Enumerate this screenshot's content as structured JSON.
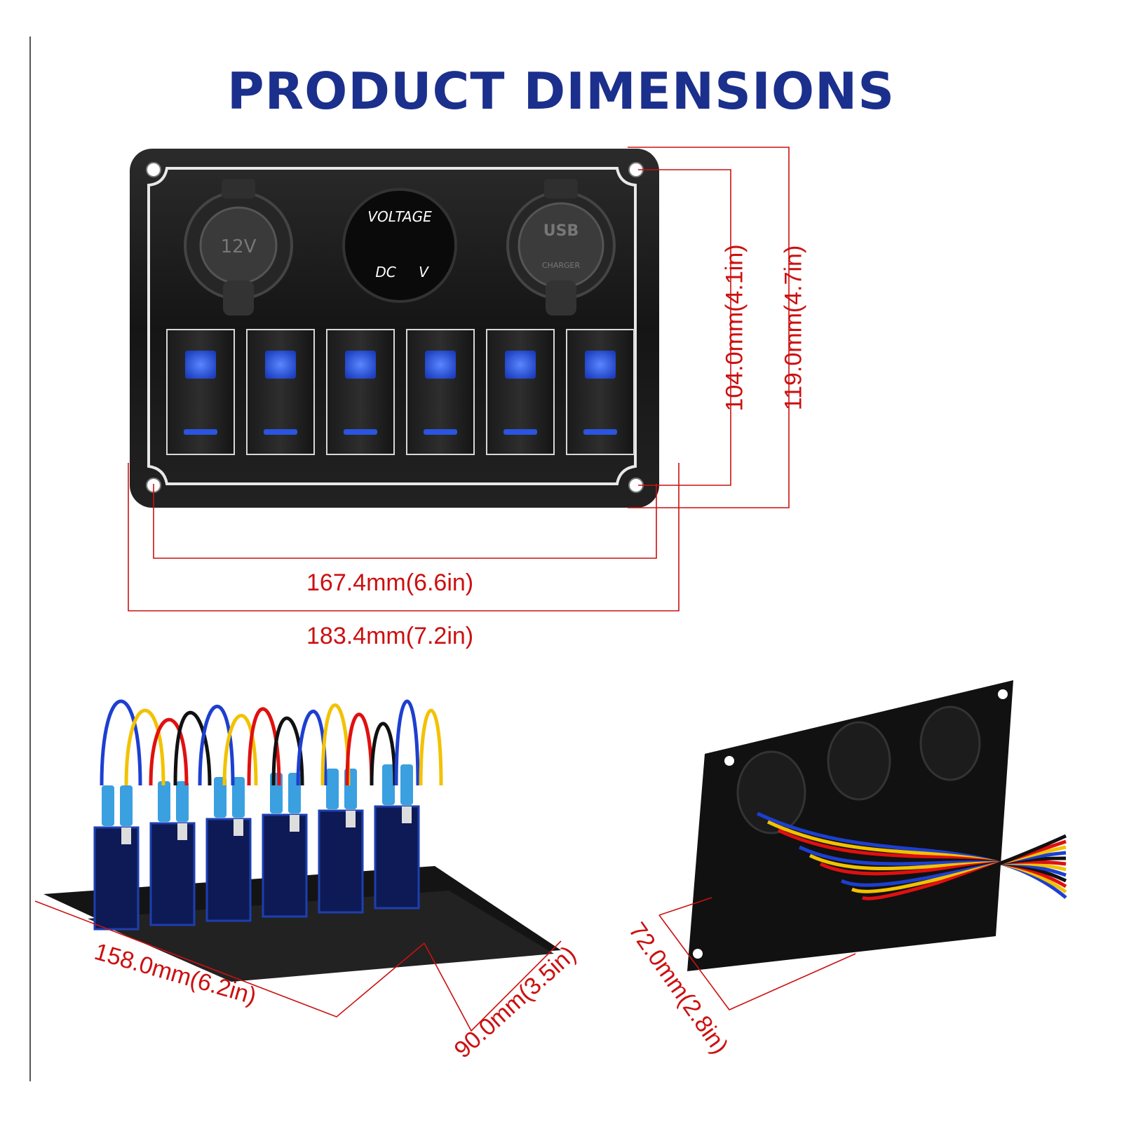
{
  "title": "PRODUCT DIMENSIONS",
  "panel": {
    "socket_left_label": "12V",
    "voltmeter_title": "VOLTAGE",
    "voltmeter_dc": "DC",
    "voltmeter_v": "V",
    "socket_right_top": "USB",
    "socket_right_bottom": "CHARGER",
    "switch_count": 6
  },
  "dimensions": {
    "hole_width": "167.4mm(6.6in)",
    "total_width": "183.4mm(7.2in)",
    "hole_height": "104.0mm(4.1in)",
    "total_height": "119.0mm(4.7in)",
    "bottom_width": "158.0mm(6.2in)",
    "bottom_depth": "90.0mm(3.5in)",
    "side_depth": "72.0mm(2.8in)"
  },
  "colors": {
    "title": "#1b2f8c",
    "dimension": "#cc1010",
    "panel": "#1a1a1a",
    "switch_led": "#2a55e0"
  }
}
